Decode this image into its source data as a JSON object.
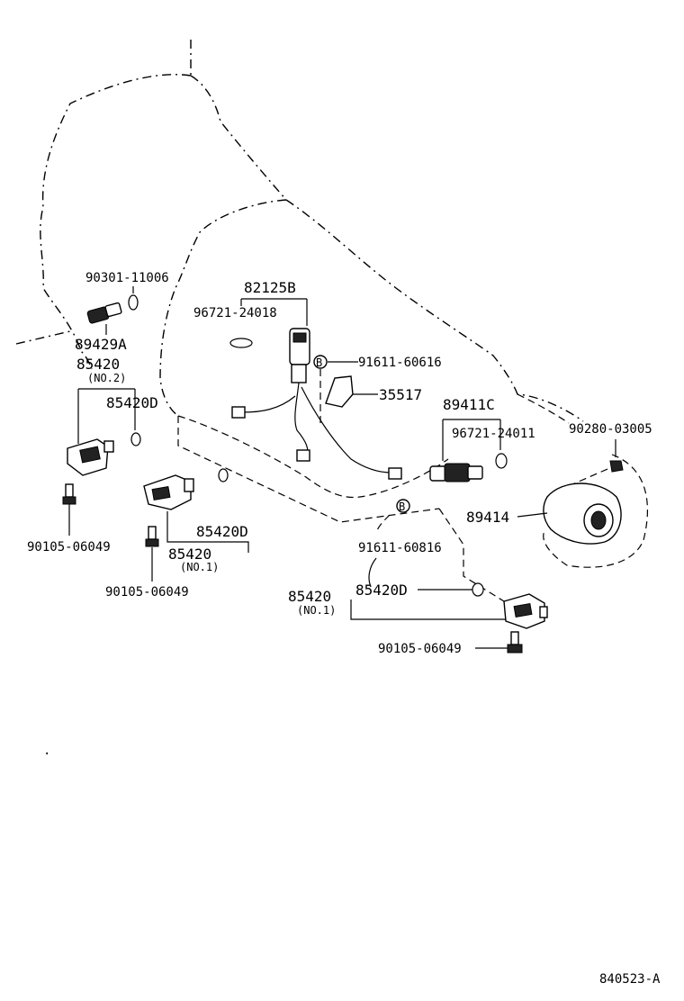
{
  "labels": {
    "p90301": "90301-11006",
    "p89429a": "89429A",
    "p85420_no2": "85420",
    "p85420_no2_sub": "(NO.2)",
    "p85420d_a": "85420D",
    "p90105_a": "90105-06049",
    "p82125b": "82125B",
    "p96721_24018": "96721-24018",
    "p91611_60616": "91611-60616",
    "p35517": "35517",
    "p89411c": "89411C",
    "p96721_24011": "96721-24011",
    "p90280": "90280-03005",
    "p85420d_b": "85420D",
    "p85420_no1": "85420",
    "p85420_no1_sub": "(NO.1)",
    "p90105_b": "90105-06049",
    "p91611_60816": "91611-60816",
    "p89414": "89414",
    "p85420_no1b": "85420",
    "p85420_no1b_sub": "(NO.1)",
    "p85420d_c": "85420D",
    "p90105_c": "90105-06049",
    "marker_b1": "B",
    "marker_b2": "B",
    "footer_code": "840523-A"
  }
}
